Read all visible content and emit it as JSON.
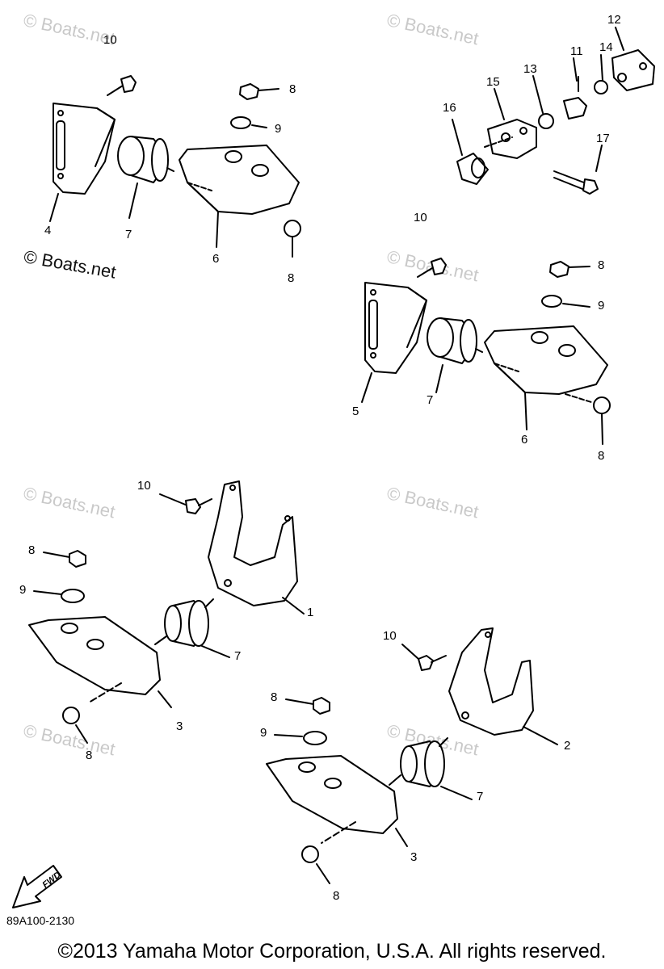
{
  "watermark": "© Boats.net",
  "diagram_code": "89A100-2130",
  "fwd_label": "FWD",
  "copyright": "©2013 Yamaha Motor Corporation, U.S.A. All rights reserved.",
  "callouts": {
    "c1": "1",
    "c2": "2",
    "c3a": "3",
    "c3b": "3",
    "c4": "4",
    "c5": "5",
    "c6a": "6",
    "c6b": "6",
    "c7a": "7",
    "c7b": "7",
    "c7c": "7",
    "c7d": "7",
    "c8a": "8",
    "c8b": "8",
    "c8c": "8",
    "c8d": "8",
    "c8e": "8",
    "c8f": "8",
    "c8g": "8",
    "c8h": "8",
    "c9a": "9",
    "c9b": "9",
    "c9c": "9",
    "c9d": "9",
    "c10a": "10",
    "c10b": "10",
    "c10c": "10",
    "c10d": "10",
    "c11": "11",
    "c12": "12",
    "c13": "13",
    "c14": "14",
    "c15": "15",
    "c16": "16",
    "c17": "17"
  }
}
